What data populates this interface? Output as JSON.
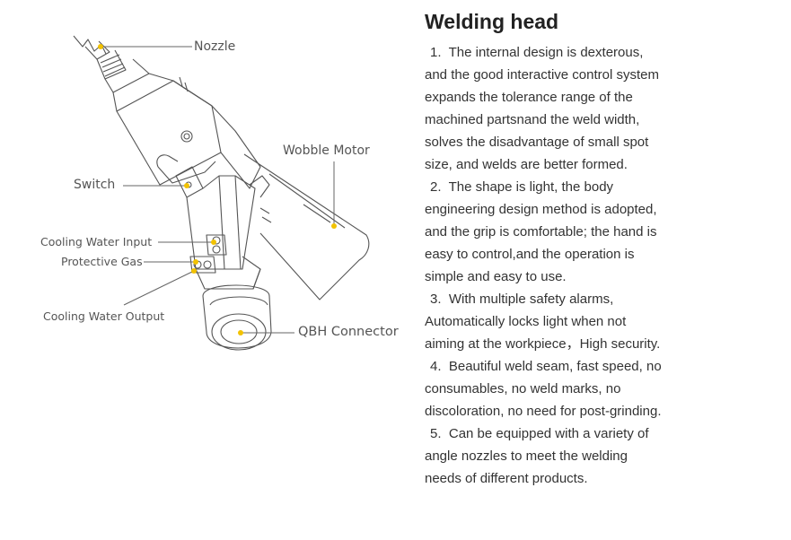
{
  "diagram": {
    "labels": {
      "nozzle": "Nozzle",
      "wobble_motor": "Wobble Motor",
      "switch": "Switch",
      "cooling_water_input": "Cooling Water Input",
      "protective_gas": "Protective Gas",
      "cooling_water_output": "Cooling Water Output",
      "qbh_connector": "QBH Connector"
    },
    "colors": {
      "line": "#555555",
      "dot": "#f2c200"
    }
  },
  "content": {
    "heading": "Welding head",
    "points": [
      {
        "num": "1.",
        "lines": [
          "The internal design is dexterous,",
          "and the good interactive control system",
          "expands the tolerance range of the",
          "machined partsnand the weld width,",
          "solves the disadvantage of small spot",
          "size, and welds are better formed."
        ]
      },
      {
        "num": "2.",
        "lines": [
          "The shape is light, the body",
          "engineering design method is adopted,",
          "and the grip is comfortable; the hand is",
          "easy to control,and the operation is",
          "simple and easy to use."
        ]
      },
      {
        "num": "3.",
        "lines": [
          "With multiple safety alarms,",
          "Automatically locks light when not",
          "aiming at the workpiece，High security."
        ]
      },
      {
        "num": "4.",
        "lines": [
          "Beautiful weld seam, fast speed, no",
          "consumables, no weld marks, no",
          "discoloration, no need for post-grinding."
        ]
      },
      {
        "num": "5.",
        "lines": [
          "Can be equipped with a variety of",
          "angle nozzles to meet the welding",
          "needs of different products."
        ]
      }
    ]
  }
}
